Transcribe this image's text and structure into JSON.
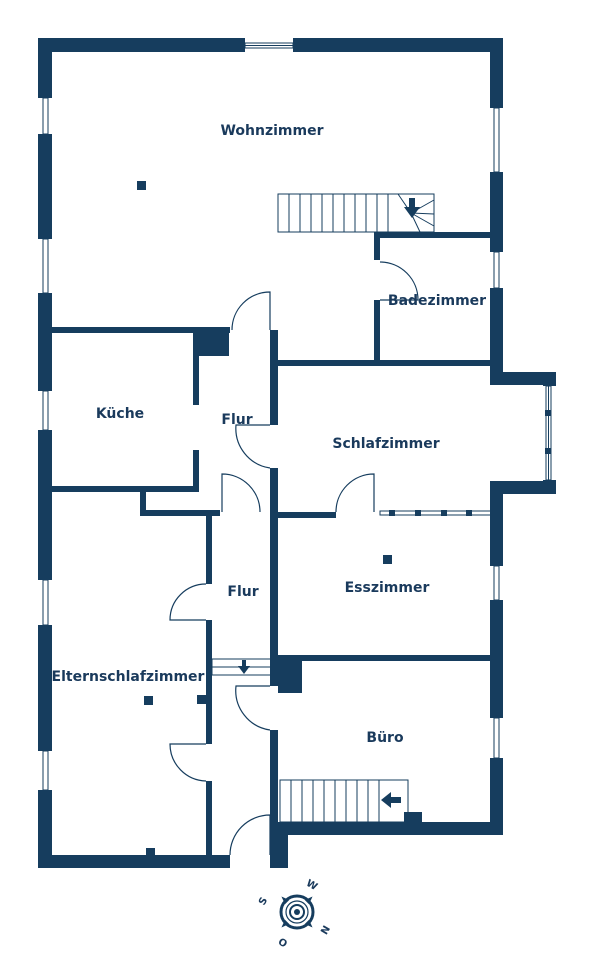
{
  "colors": {
    "wall": "#163d5e",
    "background": "#ffffff"
  },
  "rooms": {
    "wohnzimmer": "Wohnzimmer",
    "badezimmer": "Badezimmer",
    "kueche": "Küche",
    "flur_upper": "Flur",
    "schlafzimmer": "Schlafzimmer",
    "flur_lower": "Flur",
    "esszimmer": "Esszimmer",
    "elternschlafzimmer": "Elternschlafzimmer",
    "buero": "Büro"
  },
  "compass": {
    "n": "N",
    "s": "S",
    "w": "W",
    "o": "O",
    "icon": "compass-rose-icon"
  }
}
